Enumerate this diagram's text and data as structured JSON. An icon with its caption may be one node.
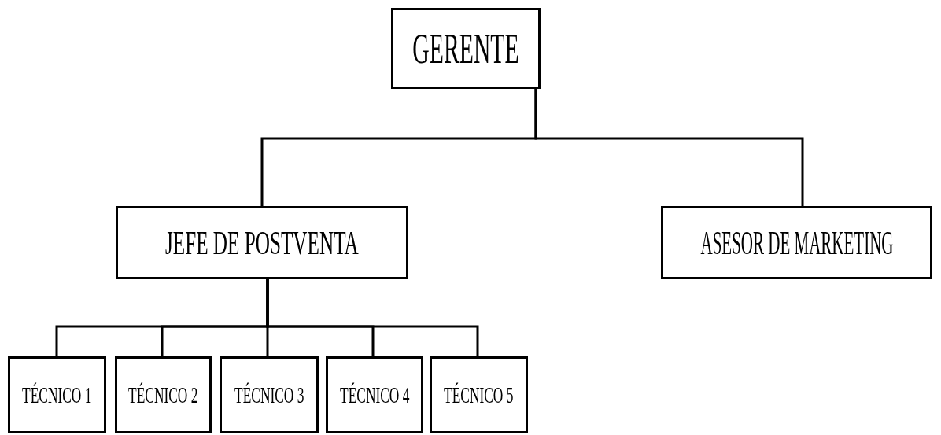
{
  "diagram": {
    "nodes": [
      {
        "text": [
          "GERENTE"
        ]
      },
      {
        "text": [
          "JEFE DE POSTVENTA"
        ]
      },
      {
        "text": [
          "ASESOR DE MARKETING"
        ]
      },
      {
        "text": [
          "TÉCNICO 1"
        ]
      },
      {
        "text": [
          "TÉCNICO 2"
        ]
      },
      {
        "text": [
          "TÉCNICO 3"
        ]
      },
      {
        "text": [
          "TÉCNICO 4"
        ]
      },
      {
        "text": [
          "TÉCNICO 5"
        ]
      }
    ],
    "edges": [
      {
        "from": 0,
        "to": 1,
        "arrow": "none"
      },
      {
        "from": 0,
        "to": 2,
        "arrow": "none"
      },
      {
        "from": 1,
        "to": 3,
        "arrow": "none"
      },
      {
        "from": 1,
        "to": 4,
        "arrow": "none"
      },
      {
        "from": 1,
        "to": 5,
        "arrow": "none"
      },
      {
        "from": 1,
        "to": 6,
        "arrow": "none"
      },
      {
        "from": 1,
        "to": 7,
        "arrow": "none"
      }
    ]
  }
}
